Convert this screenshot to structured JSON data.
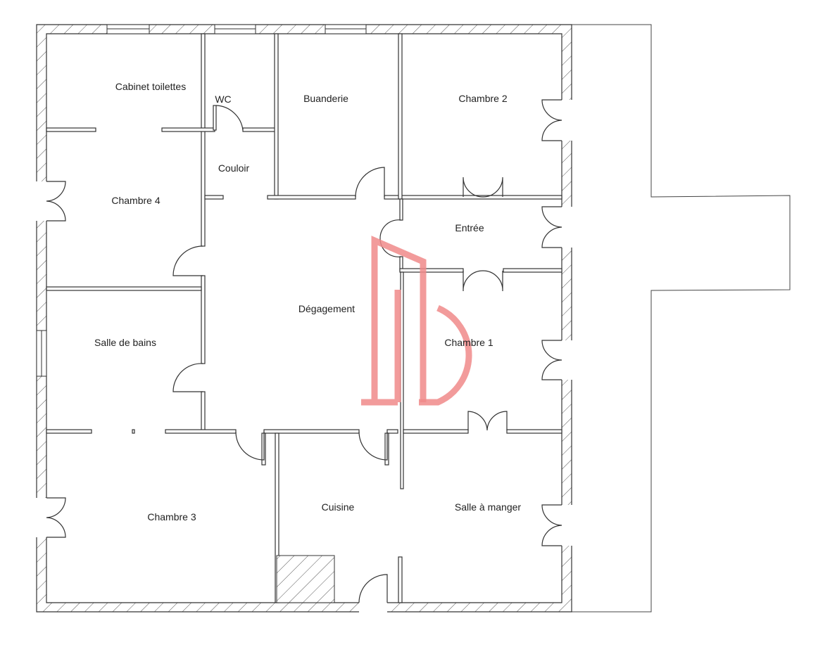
{
  "rooms": {
    "cabinet_toilettes": "Cabinet toilettes",
    "wc": "WC",
    "buanderie": "Buanderie",
    "chambre_2": "Chambre 2",
    "couloir": "Couloir",
    "chambre_4": "Chambre 4",
    "entree": "Entrée",
    "degagement": "Dégagement",
    "chambre_1": "Chambre 1",
    "salle_de_bains": "Salle de bains",
    "chambre_3": "Chambre 3",
    "cuisine": "Cuisine",
    "salle_a_manger": "Salle à manger"
  },
  "watermark": {
    "color": "#f08a8a",
    "icon": "logo-monogram"
  }
}
